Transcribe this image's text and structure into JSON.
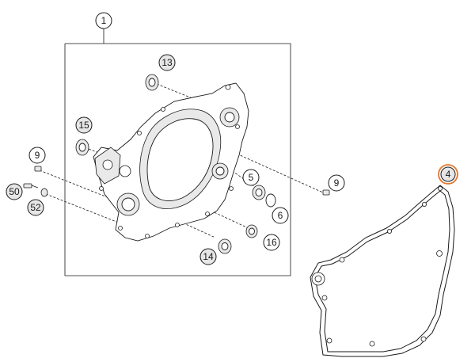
{
  "callouts": [
    {
      "id": "1",
      "label": "1",
      "style": "plain"
    },
    {
      "id": "13",
      "label": "13",
      "style": "shaded"
    },
    {
      "id": "15",
      "label": "15",
      "style": "shaded"
    },
    {
      "id": "9a",
      "label": "9",
      "style": "plain"
    },
    {
      "id": "50",
      "label": "50",
      "style": "shaded"
    },
    {
      "id": "52",
      "label": "52",
      "style": "shaded"
    },
    {
      "id": "5",
      "label": "5",
      "style": "plain"
    },
    {
      "id": "6",
      "label": "6",
      "style": "plain"
    },
    {
      "id": "9b",
      "label": "9",
      "style": "plain"
    },
    {
      "id": "16",
      "label": "16",
      "style": "plain"
    },
    {
      "id": "14",
      "label": "14",
      "style": "shaded"
    },
    {
      "id": "4",
      "label": "4",
      "style": "highlighted"
    }
  ],
  "colors": {
    "highlight": "#e8762c",
    "line": "#1a1a1a",
    "shade": "#e6e6e6"
  }
}
